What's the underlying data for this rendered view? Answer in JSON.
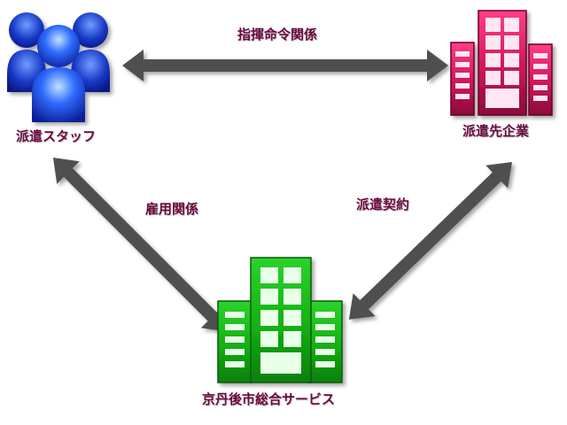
{
  "nodes": {
    "staff": {
      "label": "派遣スタッフ",
      "icon": "people-icon",
      "color": "#1a3fd8"
    },
    "client": {
      "label": "派遣先企業",
      "icon": "building-icon",
      "color": "#c0104f"
    },
    "company": {
      "label": "京丹後市総合サービス",
      "icon": "building-icon",
      "color": "#13b013"
    }
  },
  "relations": {
    "command": {
      "label": "指揮命令関係",
      "from": "staff",
      "to": "client"
    },
    "employment": {
      "label": "雇用関係",
      "from": "staff",
      "to": "company"
    },
    "contract": {
      "label": "派遣契約",
      "from": "client",
      "to": "company"
    }
  },
  "colors": {
    "arrow": "#4f4f4f",
    "label_text": "#6a0a40"
  }
}
